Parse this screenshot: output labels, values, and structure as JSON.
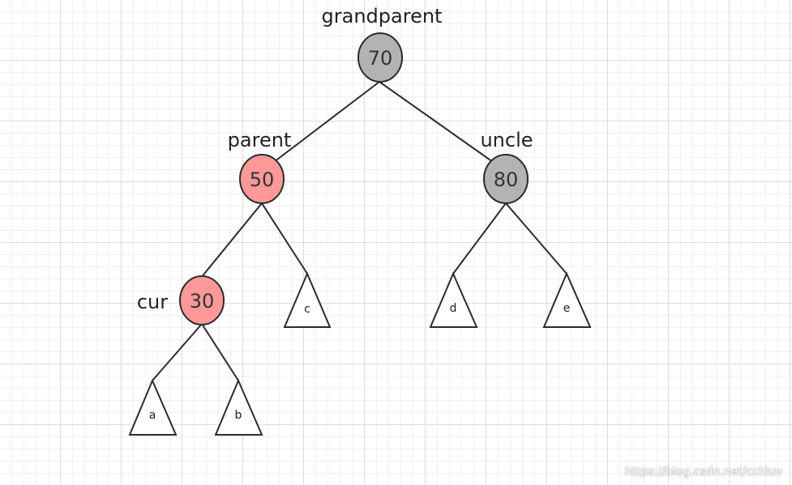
{
  "nodes": {
    "grandparent": {
      "value": "70",
      "label": "grandparent",
      "fill": "#b3b3b3"
    },
    "parent": {
      "value": "50",
      "label": "parent",
      "fill": "#ff9999"
    },
    "uncle": {
      "value": "80",
      "label": "uncle",
      "fill": "#b3b3b3"
    },
    "cur": {
      "value": "30",
      "label": "cur",
      "fill": "#ff9999"
    }
  },
  "subtrees": {
    "a": "a",
    "b": "b",
    "c": "c",
    "d": "d",
    "e": "e"
  },
  "watermark": "https://blog.csdn.net/cckluv"
}
